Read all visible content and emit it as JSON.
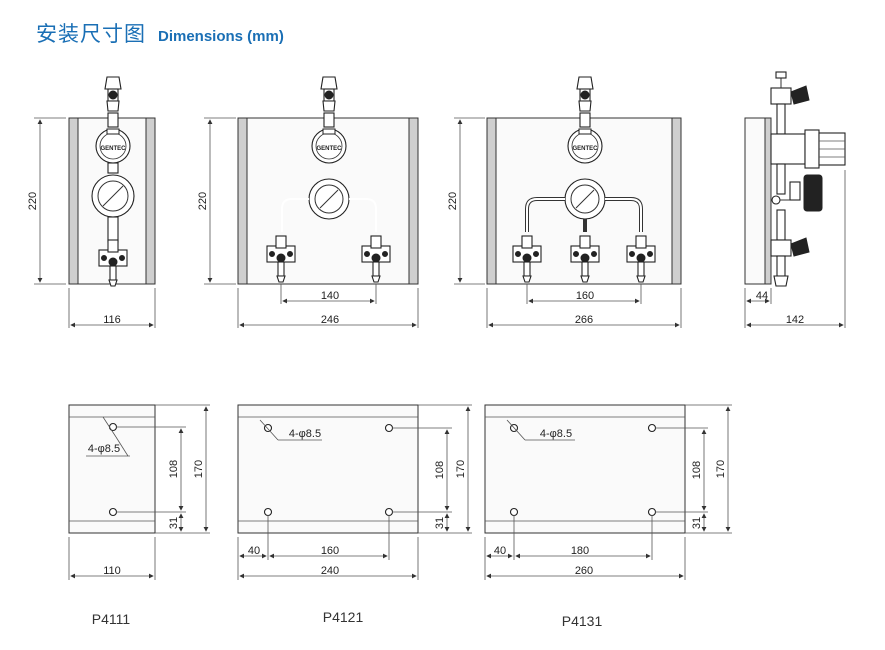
{
  "header": {
    "title_cn": "安装尺寸图",
    "title_en": "Dimensions (mm)"
  },
  "gauge_label": "GENTEC",
  "front_views": [
    {
      "id": "P4111",
      "height": "220",
      "width": "116"
    },
    {
      "id": "P4121",
      "height": "220",
      "width": "246",
      "spacing": "140"
    },
    {
      "id": "P4131",
      "height": "220",
      "width": "266",
      "spacing": "160"
    },
    {
      "id": "side",
      "height": "",
      "width": "142",
      "depth": "44"
    }
  ],
  "mount_views": [
    {
      "model": "P4111",
      "hole_label": "4-φ8.5",
      "hole_vspacing": "108",
      "height": "170",
      "bottom_offset": "31",
      "width": "110"
    },
    {
      "model": "P4121",
      "hole_label": "4-φ8.5",
      "hole_vspacing": "108",
      "height": "170",
      "bottom_offset": "31",
      "left_offset": "40",
      "hole_hspacing": "160",
      "width": "240"
    },
    {
      "model": "P4131",
      "hole_label": "4-φ8.5",
      "hole_vspacing": "108",
      "height": "170",
      "bottom_offset": "31",
      "left_offset": "40",
      "hole_hspacing": "180",
      "width": "260"
    }
  ],
  "colors": {
    "title": "#1a6fb5",
    "line": "#333333",
    "rail": "#cfcfcf"
  }
}
